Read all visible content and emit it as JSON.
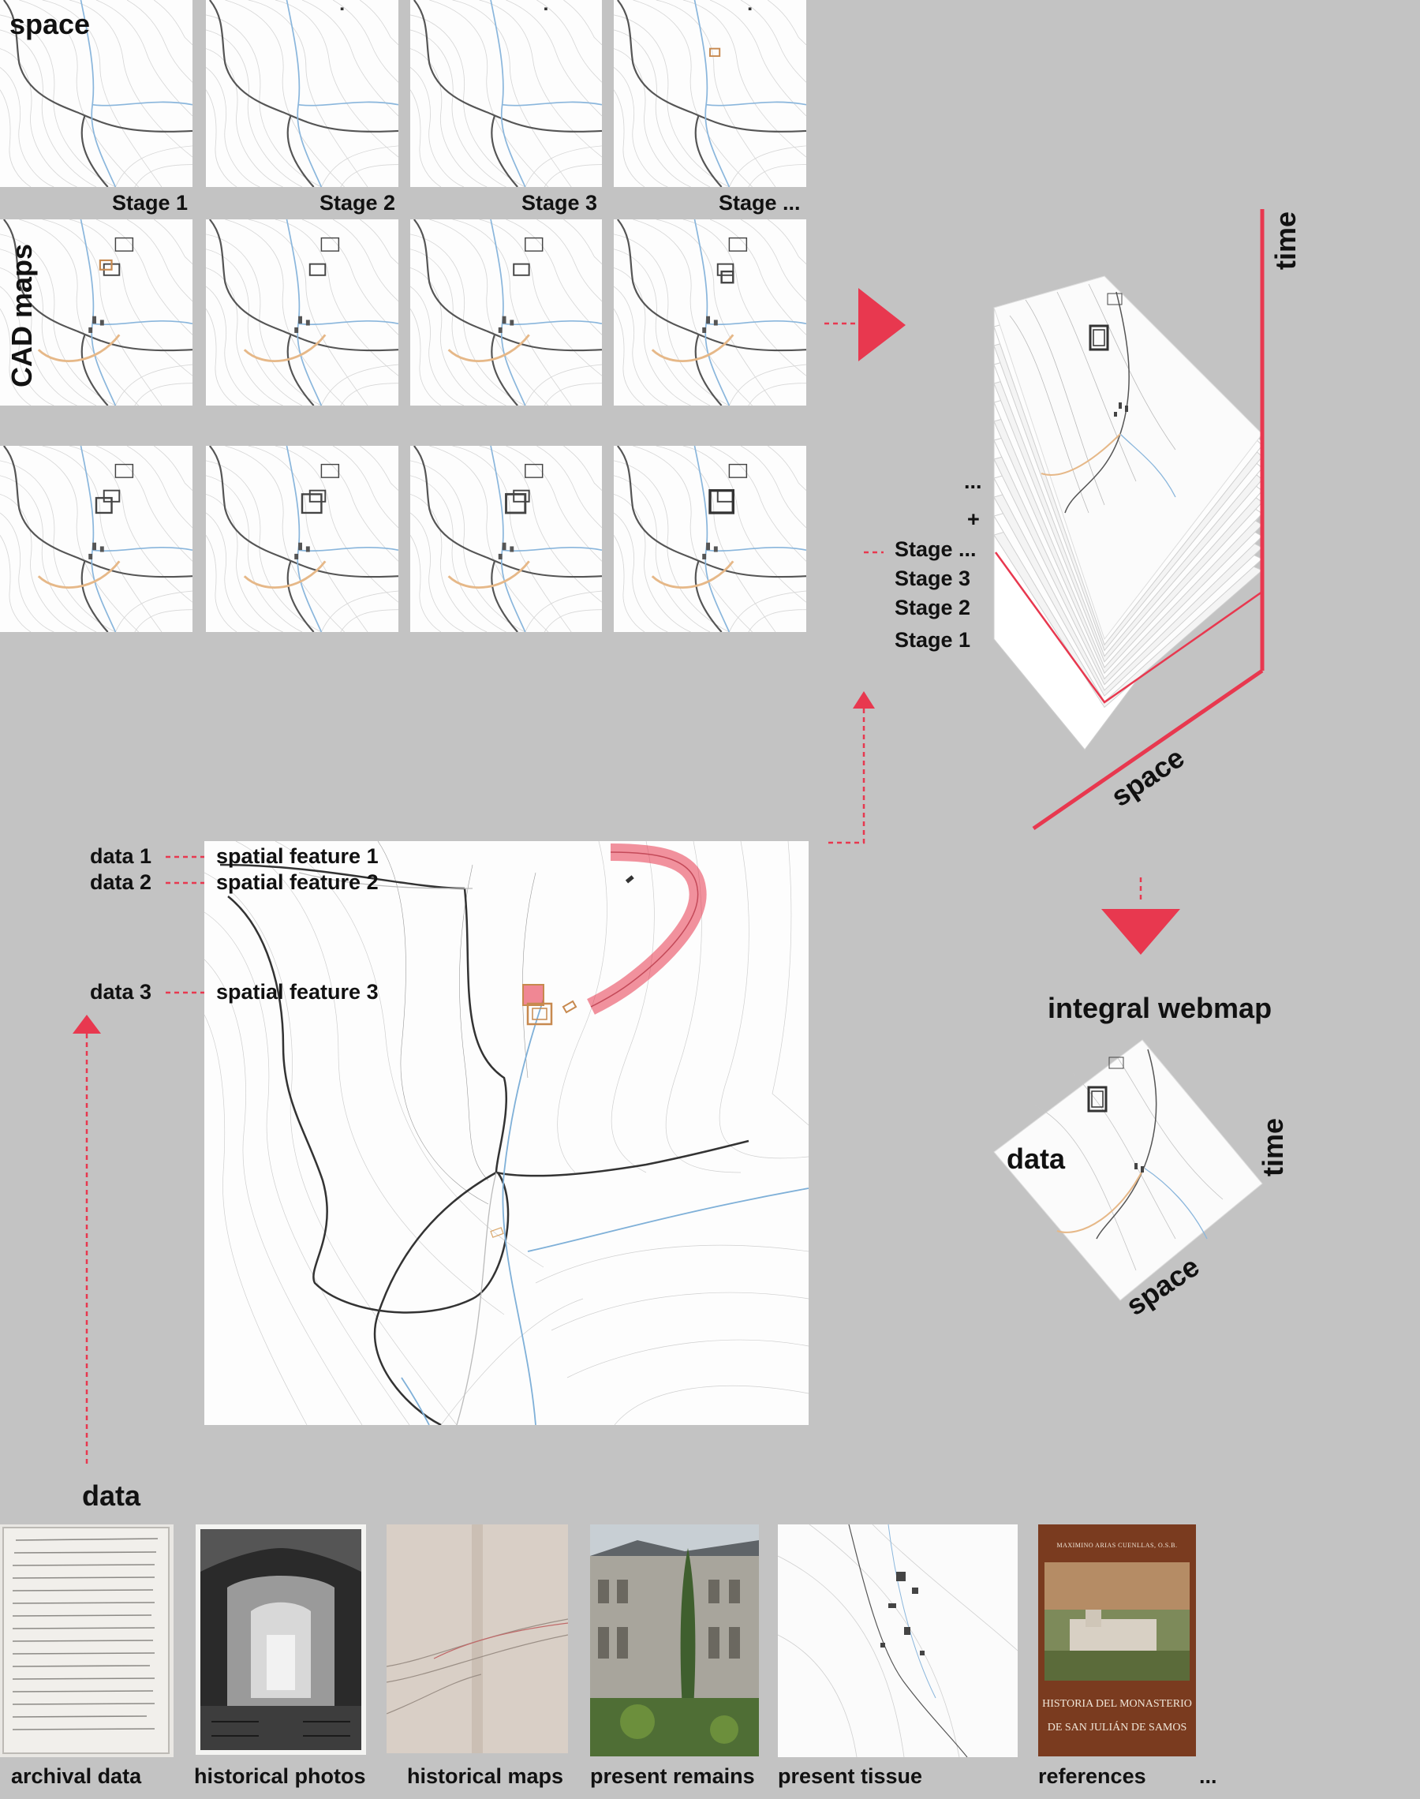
{
  "top": {
    "space_label": "space",
    "cad_label": "CAD maps",
    "stage_labels": [
      "Stage 1",
      "Stage 2",
      "Stage 3",
      "Stage ..."
    ]
  },
  "stack": {
    "time_label": "time",
    "space_label": "space",
    "stage_list": [
      "...",
      "+",
      "Stage ...",
      "Stage 3",
      "Stage 2",
      "Stage 1"
    ]
  },
  "webmap": {
    "title": "integral webmap",
    "data_label": "data",
    "time_label": "time",
    "space_label": "space"
  },
  "links": [
    {
      "data": "data 1",
      "feature": "spatial feature 1"
    },
    {
      "data": "data 2",
      "feature": "spatial feature 2"
    },
    {
      "data": "data 3",
      "feature": "spatial feature 3"
    }
  ],
  "sources": {
    "title": "data",
    "items": [
      "archival data",
      "historical photos",
      "historical maps",
      "present remains",
      "present tissue",
      "references",
      "..."
    ],
    "book_author": "MAXIMINO ARIAS CUENLLAS, O.S.B.",
    "book_title_1": "HISTORIA DEL MONASTERIO",
    "book_title_2": "DE SAN JULIÁN DE SAMOS"
  },
  "colors": {
    "accent": "#e8384f",
    "background": "#c3c3c3",
    "river": "#7fb0d8",
    "path": "#d9a66a"
  }
}
